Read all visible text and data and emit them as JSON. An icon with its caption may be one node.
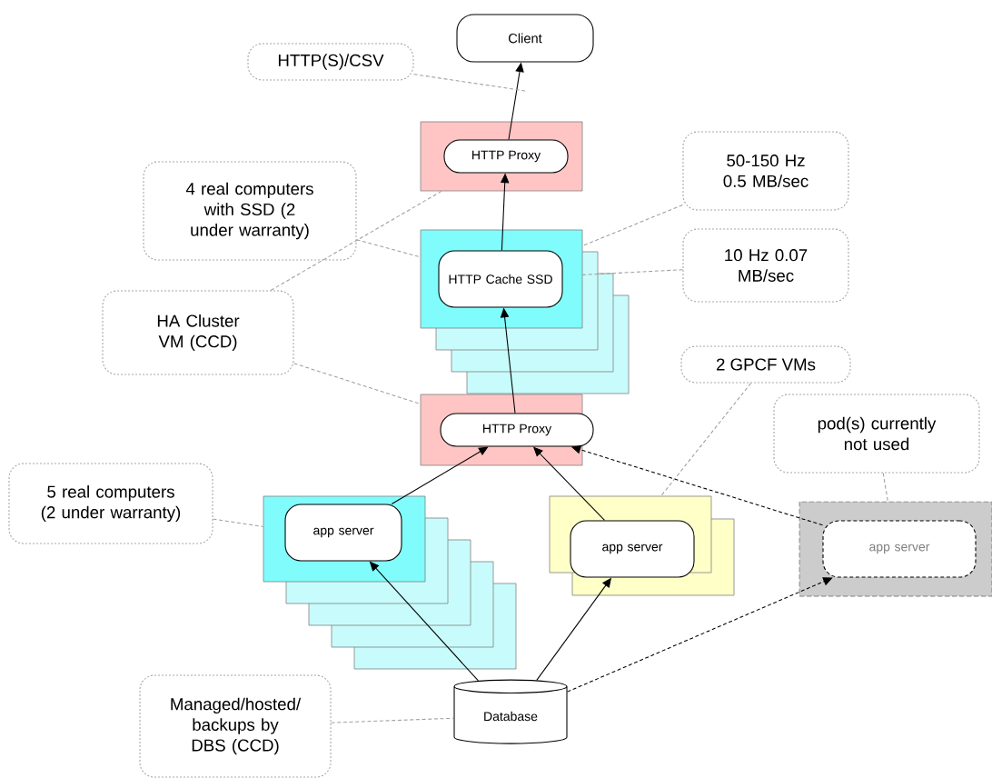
{
  "diagram": {
    "nodes": [
      {
        "text": [
          "Client"
        ]
      },
      {
        "text": [
          "HTTP(S)/CSV"
        ]
      },
      {
        "text": [],
        "shape": "box"
      },
      {
        "text": [
          "HTTP Proxy"
        ],
        "in": 2
      },
      {
        "text": [
          "4 real computers with SSD (2 under warranty)"
        ]
      },
      {
        "text": [
          "50-150 Hz 0.5 MB/sec"
        ]
      },
      {
        "text": [],
        "shape": "box"
      },
      {
        "text": [
          "HTTP Cache SSD"
        ],
        "in": 6
      },
      {
        "text": [
          "10 Hz 0.07 MB/sec"
        ]
      },
      {
        "text": [
          "HA Cluster VM (CCD)"
        ]
      },
      {
        "text": [
          "2 GPCF VMs"
        ]
      },
      {
        "text": [],
        "shape": "box"
      },
      {
        "text": [
          "HTTP Proxy"
        ],
        "in": 11
      },
      {
        "text": [
          "pod(s) currently not used"
        ]
      },
      {
        "text": [
          "5 real computers (2 under warranty)"
        ]
      },
      {
        "text": [],
        "shape": "box"
      },
      {
        "text": [
          "app server"
        ],
        "in": 15
      },
      {
        "text": [],
        "shape": "box"
      },
      {
        "text": [
          "app server"
        ],
        "in": 17
      },
      {
        "text": [],
        "shape": "box"
      },
      {
        "text": [
          "app server"
        ],
        "in": 19
      },
      {
        "text": [
          "Managed/hosted/ backups by DBS (CCD)"
        ]
      },
      {
        "text": [
          "Database"
        ]
      }
    ],
    "edges": [
      {
        "from": 3,
        "to": 0,
        "arrow": "to",
        "color": "#000000"
      },
      {
        "from": 7,
        "to": 3,
        "arrow": "to",
        "color": "#000000"
      },
      {
        "from": 12,
        "to": 7,
        "arrow": "to",
        "color": "#000000"
      },
      {
        "from": 16,
        "to": 12,
        "arrow": "to",
        "color": "#000000"
      },
      {
        "from": 18,
        "to": 12,
        "arrow": "to",
        "color": "#000000"
      },
      {
        "from": 20,
        "to": 12,
        "arrow": "to",
        "style": "dashed",
        "color": "#000000"
      },
      {
        "from": 22,
        "to": 16,
        "arrow": "to",
        "color": "#000000"
      },
      {
        "from": 22,
        "to": 18,
        "arrow": "to",
        "color": "#000000"
      },
      {
        "from": 22,
        "to": 20,
        "arrow": "to",
        "style": "dashed",
        "color": "#000000"
      },
      {
        "from": 1,
        "to": null,
        "arrow": "none",
        "style": "dashed"
      },
      {
        "from": 4,
        "to": 6,
        "arrow": "none",
        "style": "dashed"
      },
      {
        "from": 5,
        "to": 6,
        "arrow": "none",
        "style": "dashed"
      },
      {
        "from": 8,
        "to": 6,
        "arrow": "none",
        "style": "dashed"
      },
      {
        "from": 9,
        "to": 2,
        "arrow": "none",
        "style": "dashed"
      },
      {
        "from": 9,
        "to": 11,
        "arrow": "none",
        "style": "dashed"
      },
      {
        "from": 10,
        "to": 17,
        "arrow": "none",
        "style": "dashed"
      },
      {
        "from": 13,
        "to": 19,
        "arrow": "none",
        "style": "dashed"
      },
      {
        "from": 14,
        "to": 15,
        "arrow": "none",
        "style": "dashed"
      },
      {
        "from": 21,
        "to": 22,
        "arrow": "none",
        "style": "dashed"
      }
    ]
  }
}
